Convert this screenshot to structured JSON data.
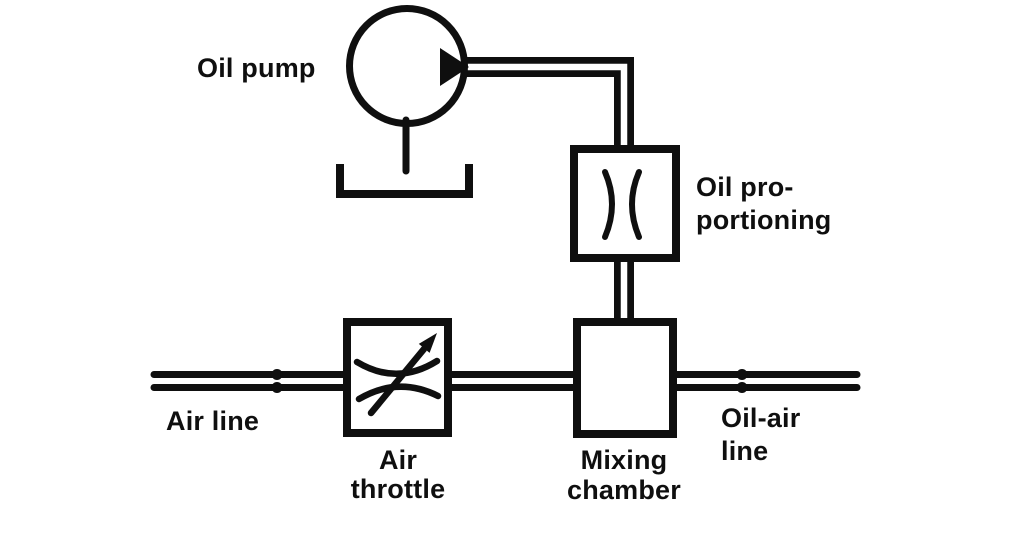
{
  "colors": {
    "ink": "#0f0f0f",
    "background": "#ffffff"
  },
  "labels": {
    "oil_pump": "Oil pump",
    "oil_proportioning": {
      "line1": "Oil pro-",
      "line2": "portioning"
    },
    "air_line": "Air line",
    "air_throttle": {
      "line1": "Air",
      "line2": "throttle"
    },
    "mixing_chamber": {
      "line1": "Mixing",
      "line2": "chamber"
    },
    "oil_air_line": {
      "line1": "Oil-air",
      "line2": "line"
    }
  }
}
